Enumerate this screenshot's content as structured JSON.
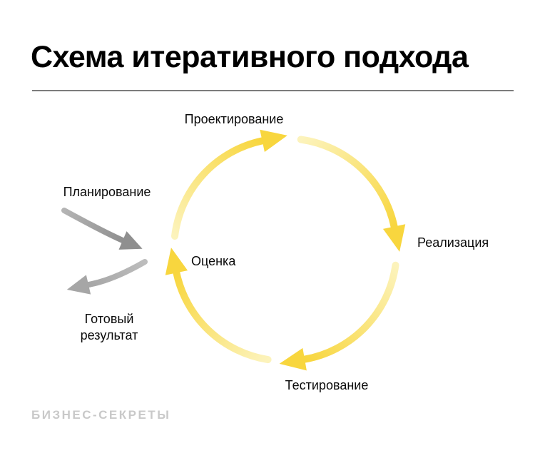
{
  "page": {
    "title": "Схема итеративного подхода",
    "brand_logo": "БИЗНЕС-СЕКРЕТЫ"
  },
  "diagram": {
    "type": "iterative-cycle",
    "direction": "clockwise",
    "steps": [
      {
        "id": "design",
        "label": "Проектирование",
        "position": "top"
      },
      {
        "id": "implementation",
        "label": "Реализация",
        "position": "right"
      },
      {
        "id": "testing",
        "label": "Тестирование",
        "position": "bottom"
      },
      {
        "id": "evaluation",
        "label": "Оценка",
        "position": "left-inside-circle"
      }
    ],
    "input": {
      "label": "Планирование",
      "arrow": "gray-into-cycle"
    },
    "output": {
      "label": "Готовый результат",
      "arrow": "gray-out-of-cycle"
    },
    "colors": {
      "cycle_arrow": "#F8D63E",
      "cycle_arrow_fade": "#FCF3BC",
      "input_arrow_head": "#8F8F8F",
      "output_arrow_head": "#A6A6A6",
      "divider": "#7C7C7C",
      "brand": "#C9C9C9"
    }
  }
}
